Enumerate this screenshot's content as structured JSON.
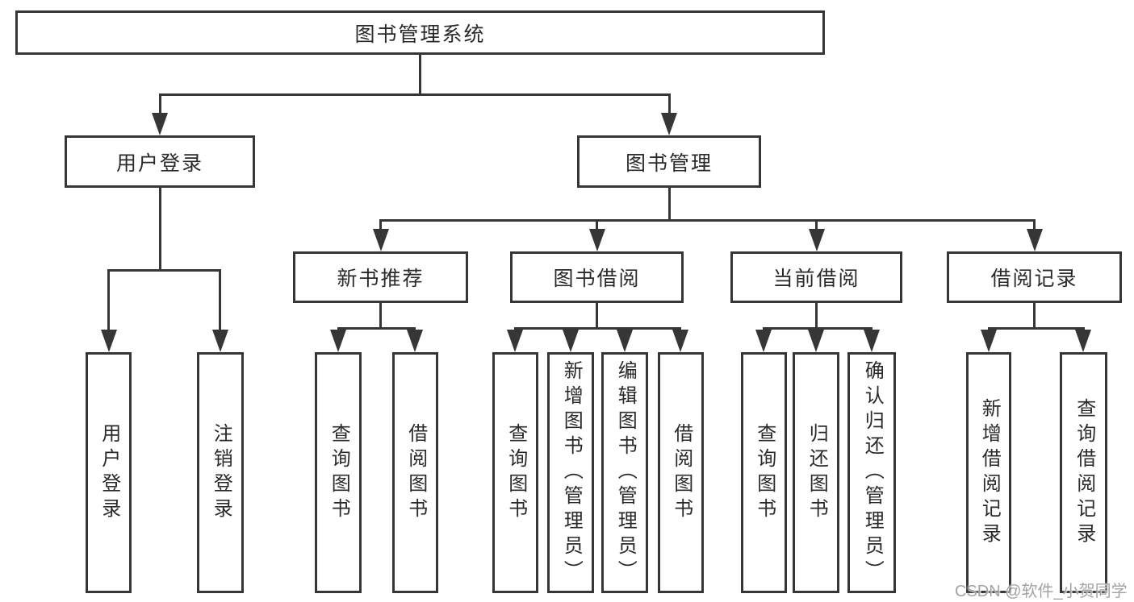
{
  "tree": {
    "root": {
      "label": "图书管理系统"
    },
    "branches": [
      {
        "label": "用户登录",
        "children": [
          {
            "label": "用户登录"
          },
          {
            "label": "注销登录"
          }
        ]
      },
      {
        "label": "图书管理",
        "children": [
          {
            "label": "新书推荐",
            "children": [
              {
                "label": "查询图书"
              },
              {
                "label": "借阅图书"
              }
            ]
          },
          {
            "label": "图书借阅",
            "children": [
              {
                "label": "查询图书"
              },
              {
                "label": "新增图书（管理员）"
              },
              {
                "label": "编辑图书（管理员）"
              },
              {
                "label": "借阅图书"
              }
            ]
          },
          {
            "label": "当前借阅",
            "children": [
              {
                "label": "查询图书"
              },
              {
                "label": "归还图书"
              },
              {
                "label": "确认归还（管理员）"
              }
            ]
          },
          {
            "label": "借阅记录",
            "children": [
              {
                "label": "新增借阅记录"
              },
              {
                "label": "查询借阅记录"
              }
            ]
          }
        ]
      }
    ]
  },
  "watermark": {
    "text": "CSDN @软件_小贺同学",
    "color": "#a3a3a3"
  },
  "colors": {
    "line": "#363636",
    "text": "#2a2a2a",
    "background": "#ffffff"
  }
}
